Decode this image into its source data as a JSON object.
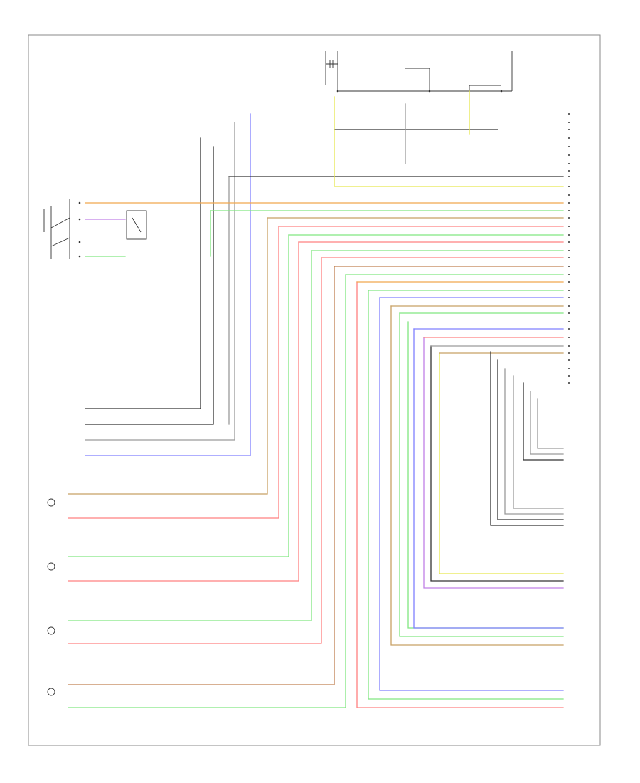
{
  "page_ref": "",
  "top_components": {
    "left_block": [
      "",
      "",
      "",
      "",
      ""
    ],
    "center_block": [
      "",
      "",
      "",
      ""
    ],
    "relay_label": "",
    "right_label": ""
  },
  "components": [
    {
      "id": "lumbar_switch",
      "label_lines": [
        "",
        ""
      ]
    },
    {
      "id": "lumbar_module",
      "label_lines": [
        "",
        "",
        "",
        "",
        ""
      ]
    },
    {
      "id": "motor_recline",
      "label_lines": [
        "",
        "",
        "",
        ""
      ]
    },
    {
      "id": "motor_slide",
      "label_lines": [
        "",
        "",
        "",
        ""
      ]
    },
    {
      "id": "motor_front_height",
      "label_lines": [
        "",
        "",
        "",
        "",
        ""
      ]
    },
    {
      "id": "motor_rear_height",
      "label_lines": [
        "",
        "",
        "",
        "",
        ""
      ]
    },
    {
      "id": "control_unit",
      "label_lines": [
        "",
        "",
        "",
        "",
        ""
      ]
    },
    {
      "id": "switch_1",
      "label_lines": [
        "",
        "",
        "",
        "",
        ""
      ]
    },
    {
      "id": "switch_2",
      "label_lines": [
        "",
        "",
        "",
        "",
        ""
      ]
    },
    {
      "id": "switch_3",
      "label_lines": [
        "",
        "",
        "",
        ""
      ]
    },
    {
      "id": "switch_4",
      "label_lines": [
        "",
        "",
        "",
        "",
        ""
      ]
    }
  ],
  "wire_labels": {
    "right_edge": [
      "",
      "",
      "",
      "",
      "",
      "",
      "",
      "",
      "",
      "",
      "",
      "",
      "",
      "",
      "",
      "",
      "",
      "",
      "",
      "",
      "",
      "",
      "",
      "",
      "",
      "",
      "",
      "",
      "",
      "",
      "",
      "",
      "",
      "",
      ""
    ],
    "left_edge": [
      "",
      "",
      "",
      ""
    ],
    "motor_pins": [
      "",
      "",
      "",
      "",
      "",
      "",
      "",
      ""
    ],
    "lower_right": [
      "",
      "",
      "",
      "",
      "",
      "",
      "",
      "",
      "",
      "",
      "",
      "",
      "",
      "",
      "",
      "",
      "",
      ""
    ]
  },
  "colors": {
    "blue": "#7f7fff",
    "black": "#333333",
    "gray": "#9a9a9a",
    "yellow": "#e6e64d",
    "orange": "#f0a64d",
    "green": "#80e680",
    "red": "#ff8080",
    "tan": "#c8a064",
    "violet": "#c080e6",
    "brown": "#c08050"
  }
}
